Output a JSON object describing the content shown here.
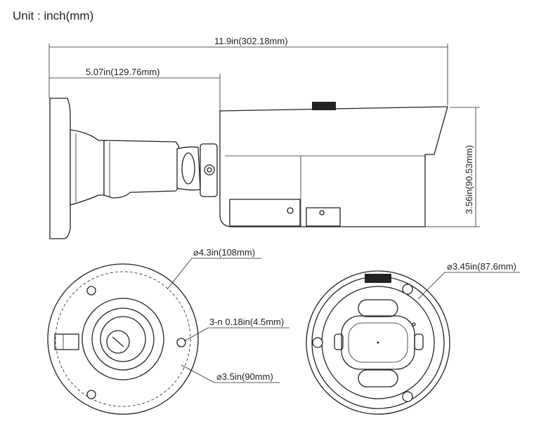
{
  "unit_label": "Unit : inch(mm)",
  "dimensions": {
    "overall_length": "11.9in(302.18mm)",
    "mount_length": "5.07in(129.76mm)",
    "height": "3.56in(90.53mm)",
    "base_diameter": "⌀4.3in(108mm)",
    "screw_holes": "3-n 0.18in(4.5mm)",
    "hole_circle": "⌀3.5in(90mm)",
    "front_diameter": "⌀3.45in(87.6mm)"
  }
}
